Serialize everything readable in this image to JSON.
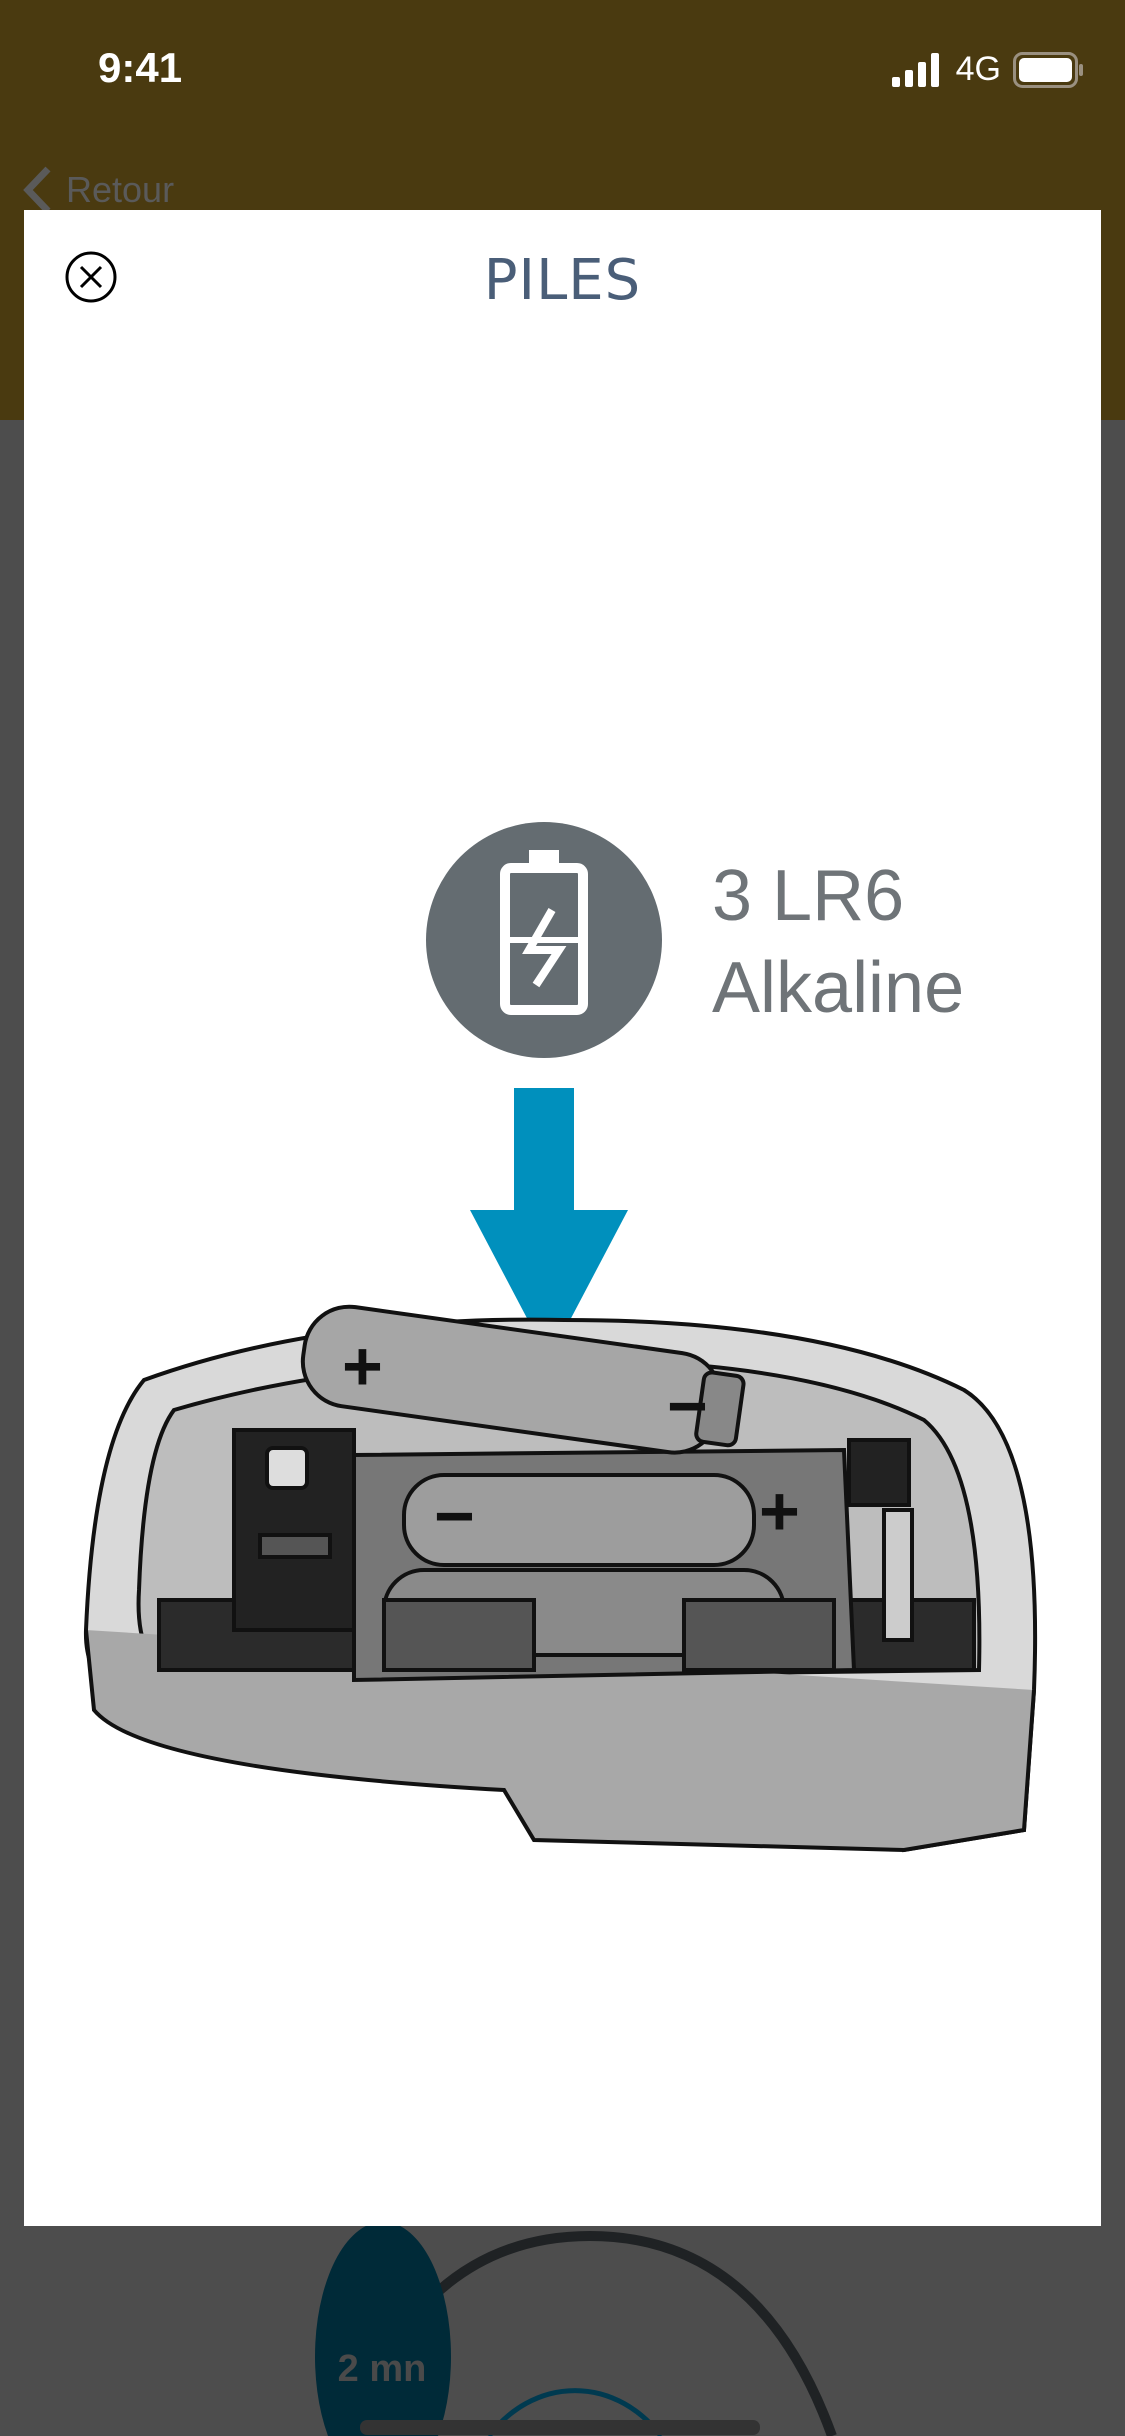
{
  "status_bar": {
    "time": "9:41",
    "network": "4G"
  },
  "nav": {
    "back_label": "Retour"
  },
  "modal": {
    "title": "PILES",
    "battery_count": "3 LR6",
    "battery_type": "Alkaline"
  },
  "background": {
    "timer_label": "2 mn"
  },
  "colors": {
    "header": "#4a3a10",
    "title": "#4a5e78",
    "arrow": "#0090bd",
    "icon_circle": "#646c71"
  }
}
